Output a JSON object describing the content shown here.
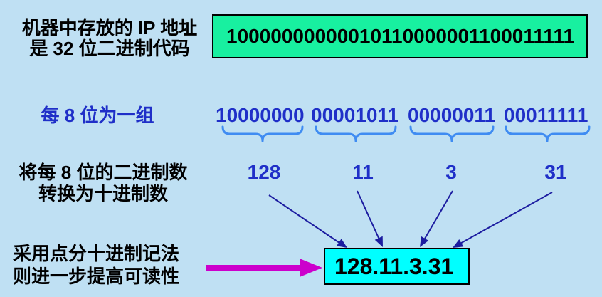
{
  "colors": {
    "background": "#bfe0f3",
    "text": "#000000",
    "accent_blue": "#1f2fc8",
    "brace_blue": "#3f8cf2",
    "arrow_navy": "#1c1ca0",
    "box_green": "#18f0a0",
    "box_cyan": "#00ffff",
    "pointer_magenta": "#cc00cc"
  },
  "row1": {
    "label_lines": [
      "机器中存放的 IP 地址",
      "是 32 位二进制代码"
    ],
    "binary": "10000000000010110000001100011111"
  },
  "row2": {
    "label": "每 8 位为一组",
    "groups": [
      "10000000",
      "00001011",
      "00000011",
      "00011111"
    ]
  },
  "row3": {
    "label_lines": [
      "将每 8 位的二进制数",
      "转换为十进制数"
    ],
    "decimals": [
      "128",
      "11",
      "3",
      "31"
    ]
  },
  "row4": {
    "label_lines": [
      "采用点分十进制记法",
      "则进一步提高可读性"
    ],
    "dotted_decimal": "128.11.3.31"
  }
}
